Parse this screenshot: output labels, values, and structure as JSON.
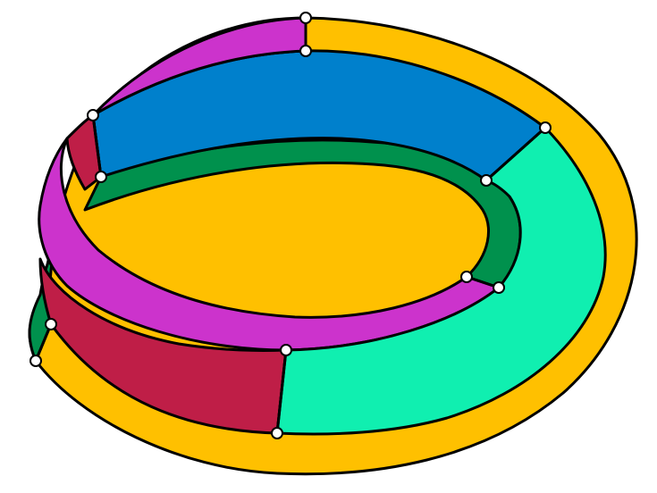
{
  "figure": {
    "description_visible_text": "",
    "colors": {
      "yellow": "#FFC000",
      "magenta": "#CC33CC",
      "blue": "#0080CC",
      "green": "#00914D",
      "crimson": "#BF1E47",
      "aqua": "#10EFB0",
      "outline": "#000000",
      "vertex_fill": "#FFFFFF"
    },
    "regions": [
      {
        "name": "yellow-band",
        "color_key": "yellow"
      },
      {
        "name": "green-band",
        "color_key": "green"
      },
      {
        "name": "magenta-band",
        "color_key": "magenta"
      },
      {
        "name": "blue-band",
        "color_key": "blue"
      },
      {
        "name": "aqua-band",
        "color_key": "aqua"
      },
      {
        "name": "crimson-band",
        "color_key": "crimson"
      }
    ],
    "vertex_count": 12
  }
}
